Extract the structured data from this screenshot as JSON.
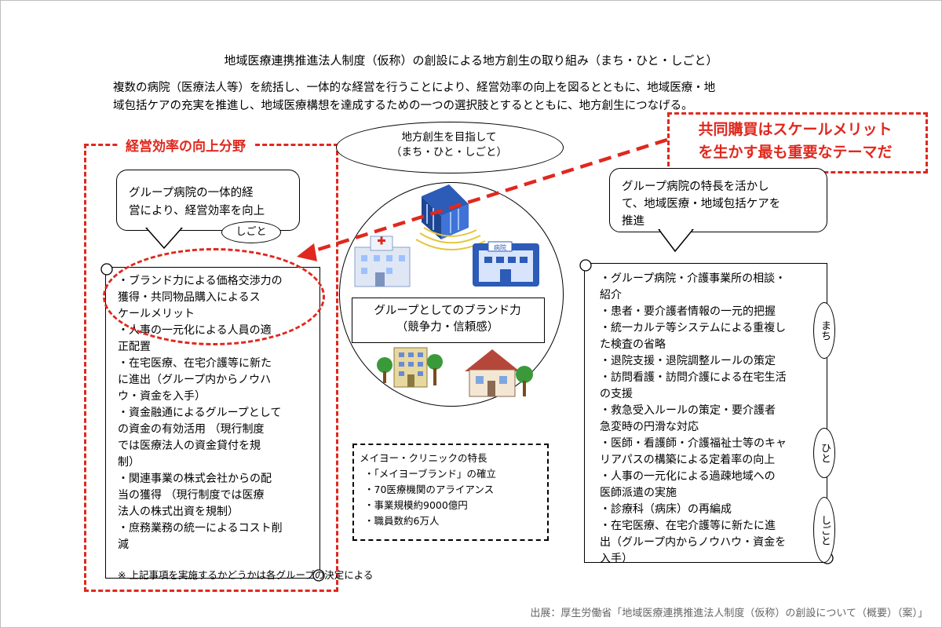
{
  "title": "地域医療連携推進法人制度（仮称）の創設による地方創生の取り組み（まち・ひと・しごと）",
  "intro": [
    "複数の病院（医療法人等）を統括し、一体的な経営を行うことにより、経営効率の向上を図るとともに、地域医療・地",
    "域包括ケアの充実を推進し、地域医療構想を達成するための一つの選択肢とするとともに、地方創生につなげる。"
  ],
  "left": {
    "zone_label": "経営効率の向上分野",
    "bubble_lines": [
      "グループ病院の一体的経",
      "営により、経営効率を向上"
    ],
    "bubble_tag": "しごと",
    "items": [
      "・ブランド力による価格交渉力の",
      "獲得・共同物品購入によるス",
      "ケールメリット",
      "・人事の一元化による人員の適",
      "正配置",
      "・在宅医療、在宅介護等に新た",
      "に進出（グループ内からノウハ",
      "ウ・資金を入手）",
      "・資金融通によるグループとして",
      "の資金の有効活用 （現行制度",
      "では医療法人の資金貸付を規",
      "制）",
      "・関連事業の株式会社からの配",
      "当の獲得 （現行制度では医療",
      "法人の株式出資を規制）",
      "・庶務業務の統一によるコスト削",
      "減"
    ],
    "note": "※ 上記事項を実施するかどうかは各グループの決定による"
  },
  "center": {
    "oval_lines": [
      "地方創生を目指して",
      "（まち・ひと・しごと）"
    ],
    "hospital_sign": "病院",
    "brand_lines": [
      "グループとしてのブランド力",
      "（競争力・信頼感）"
    ],
    "mayo_title": "メイヨー・クリニックの特長",
    "mayo_items": [
      "・「メイヨーブランド」の確立",
      "・70医療機関のアライアンス",
      "・事業規模約9000億円",
      "・職員数約6万人"
    ]
  },
  "callout": [
    "共同購買はスケールメリット",
    "を生かす最も重要なテーマだ"
  ],
  "right": {
    "bubble_lines": [
      "グループ病院の特長を活かし",
      "て、地域医療・地域包括ケアを",
      "推進"
    ],
    "items": [
      "・グループ病院・介護事業所の相談・",
      "紹介",
      "・患者・要介護者情報の一元的把握",
      "・統一カルテ等システムによる重複し",
      "た検査の省略",
      "・退院支援・退院調整ルールの策定",
      "・訪問看護・訪問介護による在宅生活",
      "の支援",
      "・救急受入ルールの策定・要介護者",
      "急変時の円滑な対応",
      "・医師・看護師・介護福祉士等のキャ",
      "リアパスの構築による定着率の向上",
      "・人事の一元化による過疎地域への",
      "医師派遣の実施",
      "・診療科（病床）の再編成",
      "・在宅医療、在宅介護等に新たに進",
      "出（グループ内からノウハウ・資金を",
      "入手）"
    ],
    "tags": [
      "まち",
      "ひと",
      "しごと"
    ]
  },
  "source": "出展：厚生労働省「地域医療連携推進法人制度（仮称）の創設について（概要）（案）」",
  "colors": {
    "accent_red": "#e0281e",
    "building_blue": "#2c5bb8",
    "tree_green": "#3a9a3a"
  }
}
